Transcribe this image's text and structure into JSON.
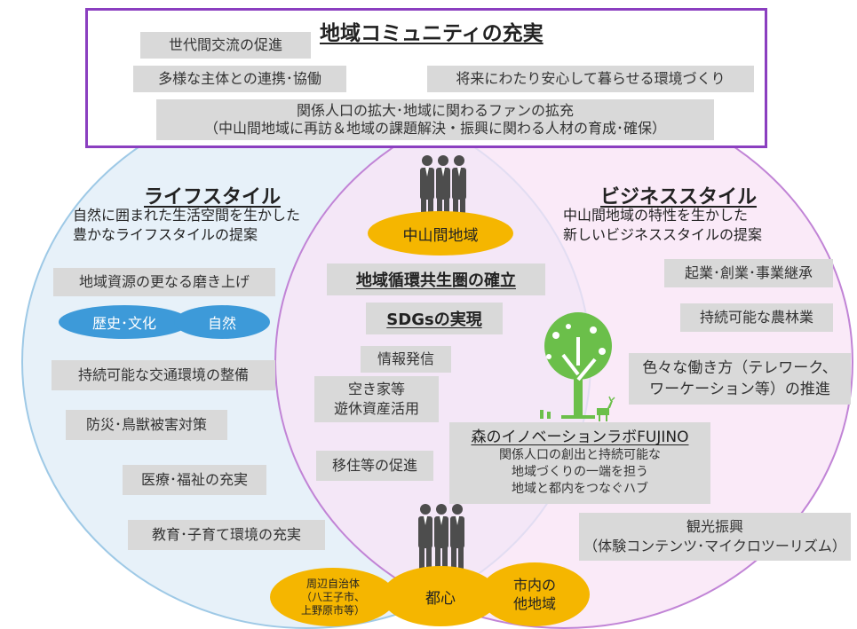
{
  "colors": {
    "lifestyle_fill": "#e3eff8",
    "lifestyle_stroke": "#9ec9e6",
    "business_fill": "#f8e3f5",
    "business_stroke": "#c184d6",
    "frame": "#8b3fc0",
    "box_gray": "#d9d9d9",
    "yellow": "#f5b600",
    "blue": "#3d9ad9",
    "people": "#4d4d4d",
    "tree_green": "#6bbf4a"
  },
  "community": {
    "title": "地域コミュニティの充実",
    "items": {
      "intergen": "世代間交流の促進",
      "collab": "多様な主体との連携･協働",
      "safe": "将来にわたり安心して暮らせる環境づくり",
      "fans_line1": "関係人口の拡大･地域に関わるファンの拡充",
      "fans_line2": "（中山間地域に再訪＆地域の課題解決・振興に関わる人材の育成･確保）"
    }
  },
  "lifestyle": {
    "title": "ライフスタイル",
    "desc_line1": "自然に囲まれた生活空間を生かした",
    "desc_line2": "豊かなライフスタイルの提案",
    "items": {
      "resources": "地域資源の更なる磨き上げ",
      "history": "歴史･文化",
      "nature": "自然",
      "transport": "持続可能な交通環境の整備",
      "disaster": "防災･鳥獣被害対策",
      "medical": "医療･福祉の充実",
      "education": "教育･子育て環境の充実"
    }
  },
  "business": {
    "title": "ビジネススタイル",
    "desc_line1": "中山間地域の特性を生かした",
    "desc_line2": "新しいビジネススタイルの提案",
    "items": {
      "startup": "起業･創業･事業継承",
      "agri": "持続可能な農林業",
      "work_line1": "色々な働き方（テレワーク、",
      "work_line2": "ワーケーション等）の推進",
      "tourism_line1": "観光振興",
      "tourism_line2": "（体験コンテンツ･マイクロツーリズム）"
    }
  },
  "center": {
    "area_label": "中山間地域",
    "heading1": "地域循環共生圏の確立",
    "heading2": "SDGsの実現",
    "info": "情報発信",
    "vacant_line1": "空き家等",
    "vacant_line2": "遊休資産活用",
    "migration": "移住等の促進",
    "lab_title": "森のイノベーションラボFUJINO",
    "lab_line1": "関係人口の創出と持続可能な",
    "lab_line2": "地域づくりの一端を担う",
    "lab_line3": "地域と都内をつなぐハブ"
  },
  "bottom": {
    "neighbor_line1": "周辺自治体",
    "neighbor_line2": "（八王子市、",
    "neighbor_line3": "上野原市等）",
    "city": "都心",
    "other_line1": "市内の",
    "other_line2": "他地域"
  },
  "icons": [
    "people-group-icon",
    "tree-icon",
    "deer-icon"
  ]
}
